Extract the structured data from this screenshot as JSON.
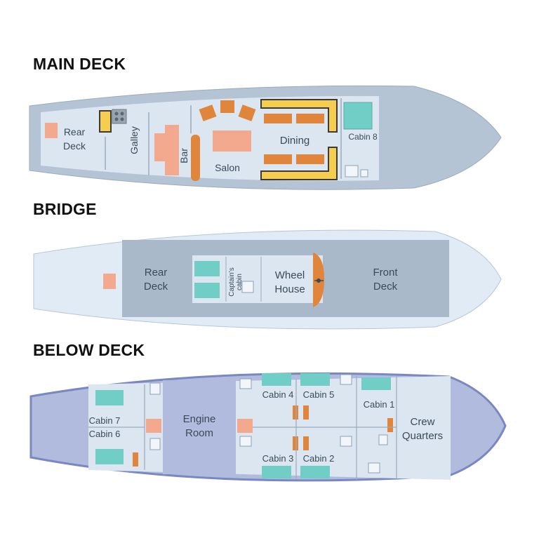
{
  "decks": {
    "main": {
      "title": "MAIN DECK",
      "labels": {
        "rear_deck_line1": "Rear",
        "rear_deck_line2": "Deck",
        "galley": "Galley",
        "bar": "Bar",
        "salon": "Salon",
        "dining": "Dining",
        "cabin8": "Cabin 8"
      }
    },
    "bridge": {
      "title": "BRIDGE",
      "labels": {
        "rear_deck_line1": "Rear",
        "rear_deck_line2": "Deck",
        "captains_line1": "Captain's",
        "captains_line2": "cabin",
        "wheel_line1": "Wheel",
        "wheel_line2": "House",
        "front_deck_line1": "Front",
        "front_deck_line2": "Deck"
      }
    },
    "below": {
      "title": "BELOW DECK",
      "labels": {
        "cabin7": "Cabin 7",
        "cabin6": "Cabin 6",
        "engine_line1": "Engine",
        "engine_line2": "Room",
        "cabin4": "Cabin 4",
        "cabin5": "Cabin 5",
        "cabin1": "Cabin 1",
        "cabin3": "Cabin 3",
        "cabin2": "Cabin 2",
        "crew_line1": "Crew",
        "crew_line2": "Quarters"
      }
    }
  },
  "colors": {
    "hull_main": "#b4c4d4",
    "deck_floor": "#dce6f1",
    "bridge_hull": "#e1ebf6",
    "bridge_house": "#a9b9c9",
    "below_hull": "#b1bbde",
    "below_floor": "#dce6f1",
    "bed": "#71cec7",
    "furniture": "#e0853c",
    "stairs": "#f2a98e",
    "yellow": "#f6cd4e"
  }
}
